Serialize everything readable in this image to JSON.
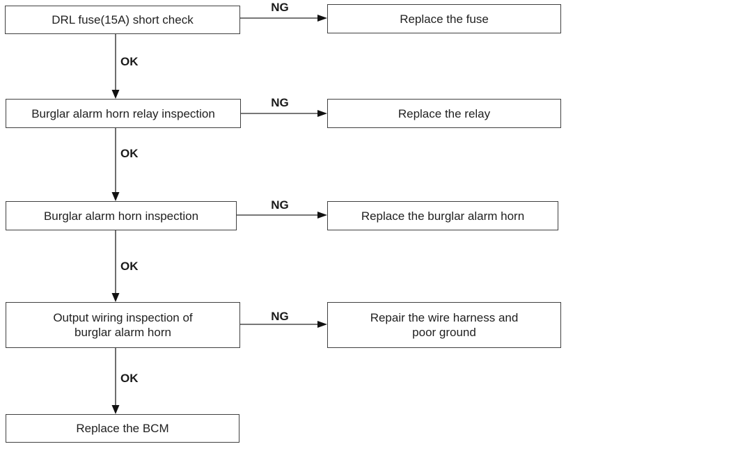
{
  "flowchart": {
    "rows": [
      {
        "check": "DRL fuse(15A) short check",
        "ng_label": "NG",
        "remedy": "Replace the fuse",
        "ok_label": "OK"
      },
      {
        "check": "Burglar alarm horn relay inspection",
        "ng_label": "NG",
        "remedy": "Replace the relay",
        "ok_label": "OK"
      },
      {
        "check": "Burglar alarm horn inspection",
        "ng_label": "NG",
        "remedy": "Replace the burglar alarm horn",
        "ok_label": "OK"
      },
      {
        "check_line1": "Output wiring inspection of",
        "check_line2": "burglar alarm horn",
        "ng_label": "NG",
        "remedy_line1": "Repair the wire harness and",
        "remedy_line2": "poor ground",
        "ok_label": "OK"
      }
    ],
    "final_action": "Replace the BCM"
  },
  "colors": {
    "background": "#ffffff",
    "box_border": "#3f3f3f",
    "text": "#1f1f1f",
    "arrow": "#4a4a4a"
  }
}
